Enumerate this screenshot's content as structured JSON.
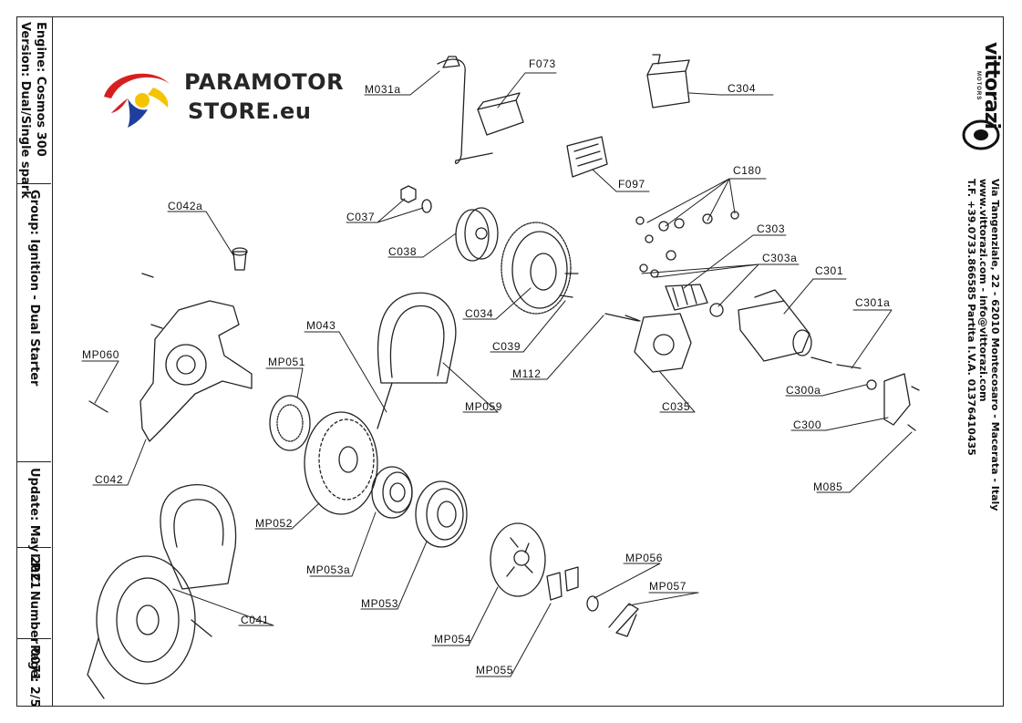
{
  "title_block": {
    "engine": "Engine: Cosmos 300",
    "version": "Version: Dual/Single spark",
    "group": "Group: Ignition - Dual Starter",
    "update": "Update: May 2021",
    "ipc": "I.P.C. Number 0071",
    "page": "Page: 2/5"
  },
  "store_logo": {
    "line1": "PARAMOTOR",
    "line2": "STORE.eu",
    "colors": {
      "red": "#d62020",
      "yellow": "#f5c400",
      "blue": "#1f3f9e",
      "text": "#262626"
    }
  },
  "manufacturer": {
    "name": "vittorazi",
    "sub": "MOTORS",
    "address": "Via Tangenziale, 22 - 62010 Montecosaro - Macerata - Italy",
    "web": "www.vittorazi.com - info@vittorazi.com",
    "phone": "T.F. +39.0733.866585 Partita I.V.A. 01376410435"
  },
  "part_labels": [
    {
      "code": "M031a"
    },
    {
      "code": "F073"
    },
    {
      "code": "C304"
    },
    {
      "code": "C180"
    },
    {
      "code": "F097"
    },
    {
      "code": "C037"
    },
    {
      "code": "C038"
    },
    {
      "code": "C042a"
    },
    {
      "code": "C303"
    },
    {
      "code": "C303a"
    },
    {
      "code": "C301"
    },
    {
      "code": "C301a"
    },
    {
      "code": "M043"
    },
    {
      "code": "C034"
    },
    {
      "code": "C039"
    },
    {
      "code": "M112"
    },
    {
      "code": "MP060"
    },
    {
      "code": "MP051"
    },
    {
      "code": "MP059"
    },
    {
      "code": "C035"
    },
    {
      "code": "C300a"
    },
    {
      "code": "C300"
    },
    {
      "code": "C042"
    },
    {
      "code": "MP052"
    },
    {
      "code": "M085"
    },
    {
      "code": "MP053a"
    },
    {
      "code": "MP053"
    },
    {
      "code": "MP056"
    },
    {
      "code": "MP057"
    },
    {
      "code": "C041"
    },
    {
      "code": "MP054"
    },
    {
      "code": "MP055"
    }
  ]
}
